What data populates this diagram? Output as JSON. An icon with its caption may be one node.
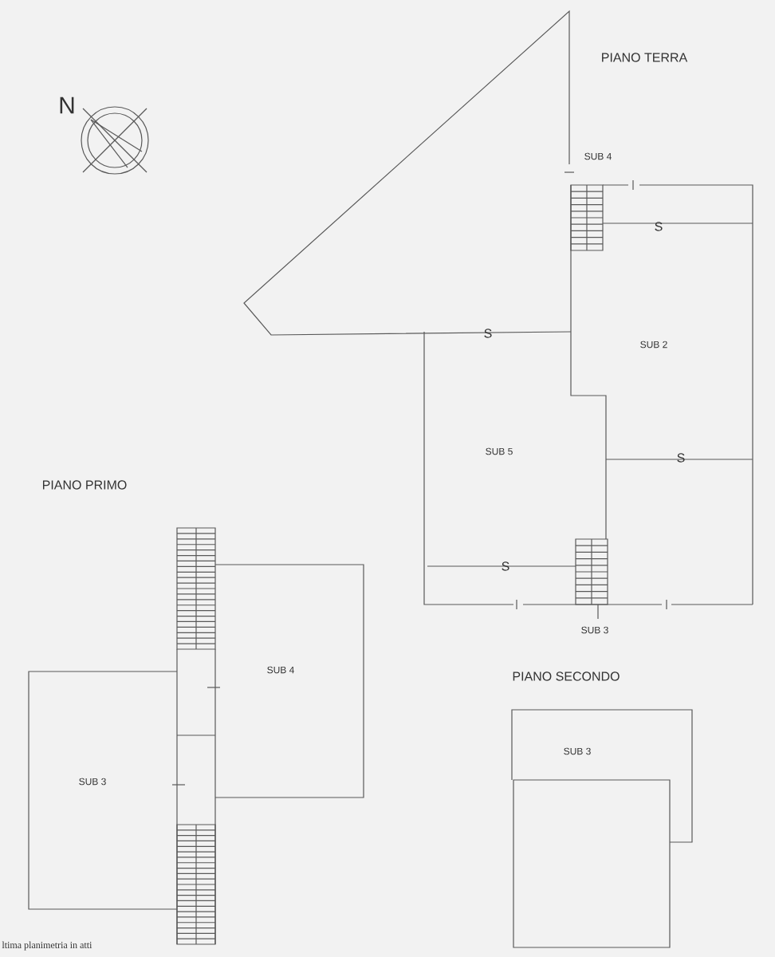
{
  "diagram": {
    "labels": [
      "N",
      "PIANO TERRA",
      "SUB 4",
      "S",
      "S",
      "SUB 2",
      "SUB 5",
      "S",
      "S",
      "SUB 3",
      "PIANO PRIMO",
      "SUB 4",
      "PIANO SECONDO",
      "SUB 3",
      "SUB 3",
      "ltima planimetria in atti"
    ]
  }
}
